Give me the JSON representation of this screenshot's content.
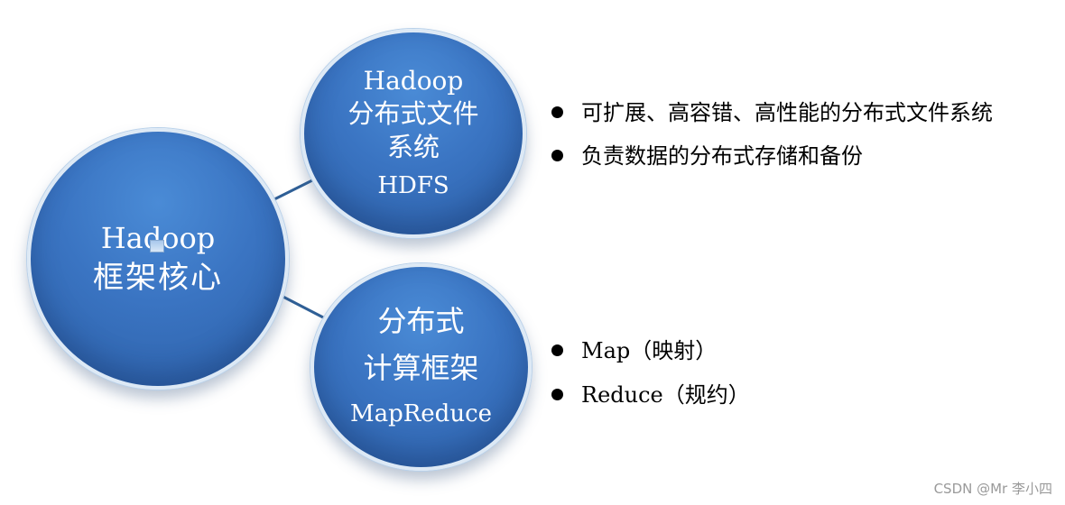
{
  "core": {
    "line1": "Hadoop",
    "line2": "框架核心",
    "icon": "image-placeholder-icon"
  },
  "hdfs": {
    "line1": "Hadoop",
    "line2": "分布式文件",
    "line3": "系统",
    "line4": "HDFS",
    "bullets": [
      "可扩展、高容错、高性能的分布式文件系统",
      "负责数据的分布式存储和备份"
    ]
  },
  "mapreduce": {
    "line1": "分布式",
    "line2": "计算框架",
    "line3": "MapReduce",
    "bullets": [
      "Map（映射）",
      "Reduce（规约）"
    ]
  },
  "watermark": "CSDN @Mr 李小四",
  "colors": {
    "circle_fill": "#3a74c2",
    "connector": "#2f5f96"
  }
}
